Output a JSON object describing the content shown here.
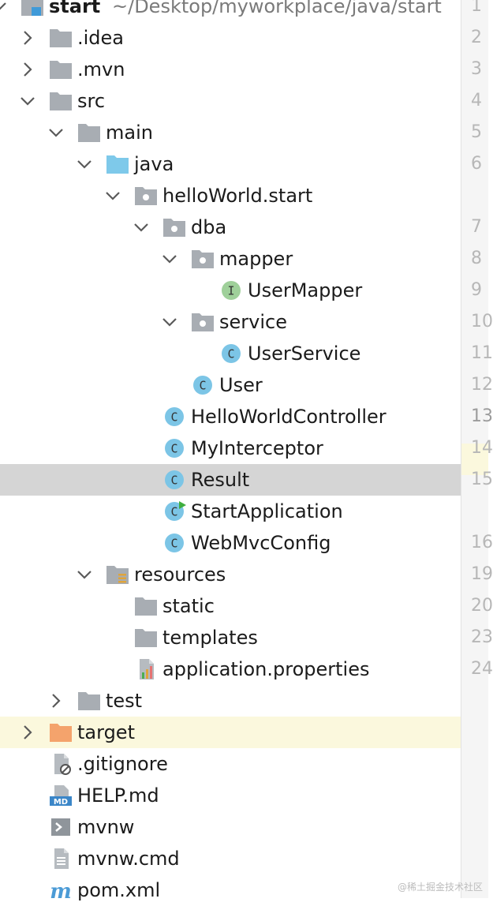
{
  "project": {
    "name": "start",
    "path": "~/Desktop/myworkplace/java/start"
  },
  "tree": [
    {
      "label": "start",
      "icon": "module-folder-icon",
      "depth": 0,
      "expanded": true
    },
    {
      "label": ".idea",
      "icon": "folder-icon",
      "depth": 1,
      "expanded": false
    },
    {
      "label": ".mvn",
      "icon": "folder-icon",
      "depth": 1,
      "expanded": false
    },
    {
      "label": "src",
      "icon": "folder-icon",
      "depth": 1,
      "expanded": true
    },
    {
      "label": "main",
      "icon": "folder-icon",
      "depth": 2,
      "expanded": true
    },
    {
      "label": "java",
      "icon": "source-folder-icon",
      "depth": 3,
      "expanded": true
    },
    {
      "label": "helloWorld.start",
      "icon": "package-icon",
      "depth": 4,
      "expanded": true
    },
    {
      "label": "dba",
      "icon": "package-icon",
      "depth": 5,
      "expanded": true
    },
    {
      "label": "mapper",
      "icon": "package-icon",
      "depth": 6,
      "expanded": true
    },
    {
      "label": "UserMapper",
      "icon": "interface-icon",
      "depth": 7
    },
    {
      "label": "service",
      "icon": "package-icon",
      "depth": 6,
      "expanded": true
    },
    {
      "label": "UserService",
      "icon": "class-icon",
      "depth": 7
    },
    {
      "label": "User",
      "icon": "class-icon",
      "depth": 6
    },
    {
      "label": "HelloWorldController",
      "icon": "class-icon",
      "depth": 5
    },
    {
      "label": "MyInterceptor",
      "icon": "class-icon",
      "depth": 5
    },
    {
      "label": "Result",
      "icon": "class-icon",
      "depth": 5,
      "selected": true
    },
    {
      "label": "StartApplication",
      "icon": "run-class-icon",
      "depth": 5
    },
    {
      "label": "WebMvcConfig",
      "icon": "class-icon",
      "depth": 5
    },
    {
      "label": "resources",
      "icon": "resources-folder-icon",
      "depth": 3,
      "expanded": true
    },
    {
      "label": "static",
      "icon": "folder-icon",
      "depth": 4
    },
    {
      "label": "templates",
      "icon": "folder-icon",
      "depth": 4
    },
    {
      "label": "application.properties",
      "icon": "properties-file-icon",
      "depth": 4
    },
    {
      "label": "test",
      "icon": "folder-icon",
      "depth": 2,
      "expanded": false
    },
    {
      "label": "target",
      "icon": "excluded-folder-icon",
      "depth": 1,
      "expanded": false,
      "highlight": true
    },
    {
      "label": ".gitignore",
      "icon": "gitignore-file-icon",
      "depth": 1
    },
    {
      "label": "HELP.md",
      "icon": "markdown-file-icon",
      "depth": 1
    },
    {
      "label": "mvnw",
      "icon": "shell-file-icon",
      "depth": 1
    },
    {
      "label": "mvnw.cmd",
      "icon": "text-file-icon",
      "depth": 1
    },
    {
      "label": "pom.xml",
      "icon": "maven-file-icon",
      "depth": 1
    }
  ],
  "gutter": {
    "lines": [
      {
        "text": "1",
        "row": 0
      },
      {
        "text": "2",
        "row": 1
      },
      {
        "text": "3",
        "row": 2
      },
      {
        "text": "4",
        "row": 3
      },
      {
        "text": "5",
        "row": 4
      },
      {
        "text": "6",
        "row": 5
      },
      {
        "text": "7",
        "row": 7
      },
      {
        "text": "8",
        "row": 8
      },
      {
        "text": "9",
        "row": 9
      },
      {
        "text": "10",
        "row": 10
      },
      {
        "text": "11",
        "row": 11
      },
      {
        "text": "12",
        "row": 12
      },
      {
        "text": "13",
        "row": 13,
        "current": true
      },
      {
        "text": "14",
        "row": 14
      },
      {
        "text": "15",
        "row": 15
      },
      {
        "text": "16",
        "row": 17
      },
      {
        "text": "19",
        "row": 18
      },
      {
        "text": "20",
        "row": 19
      },
      {
        "text": "23",
        "row": 20
      },
      {
        "text": "24",
        "row": 21
      }
    ]
  },
  "watermark": "@稀土掘金技术社区",
  "colors": {
    "selected_row": "#d5d5d5",
    "highlight_row": "#fbf8dd",
    "folder": "#a8adb3",
    "source_folder": "#7ec9ea",
    "class_icon": "#7cc5e6",
    "interface_icon": "#9fd09a",
    "excluded_folder": "#f4a36c",
    "run_marker": "#3fae3f"
  }
}
